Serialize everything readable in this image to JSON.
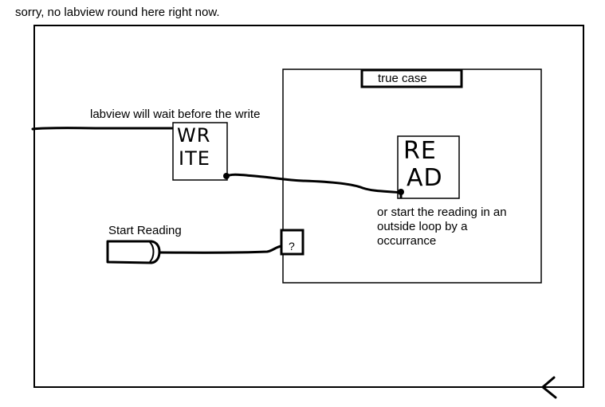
{
  "header": {
    "note": "sorry, no labview round here right now."
  },
  "diagram": {
    "wait_label": "labview will wait before the write",
    "case_label": "true case",
    "write_block": {
      "line1": "WR",
      "line2": "ITE"
    },
    "read_block": {
      "line1": "RE",
      "line2": "AD"
    },
    "occurrence_note": "or start the reading in an outside loop by a occurrance",
    "control_label": "Start Reading",
    "selector_symbol": "?"
  }
}
